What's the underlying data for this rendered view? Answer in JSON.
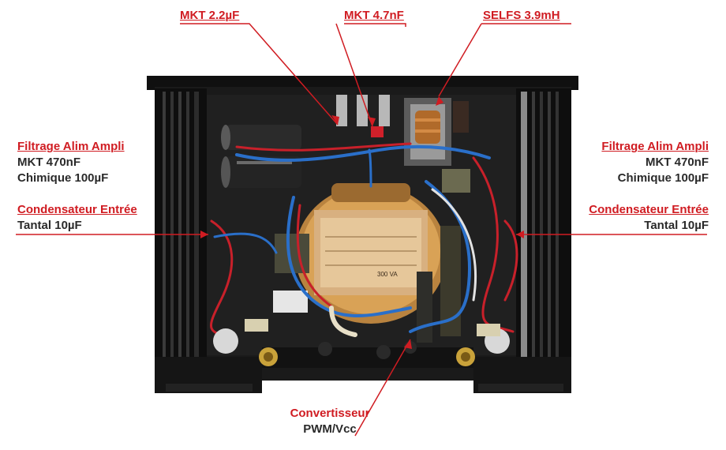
{
  "labels": {
    "mkt_2_2": "MKT 2.2µF",
    "mkt_4_7": "MKT 4.7nF",
    "selfs": "SELFS 3.9mH",
    "left": {
      "filtrage": "Filtrage Alim Ampli",
      "mkt_470": "MKT 470nF",
      "chimique": "Chimique 100µF",
      "condensateur": "Condensateur Entrée",
      "tantal": "Tantal 10µF"
    },
    "right": {
      "filtrage": "Filtrage Alim Ampli",
      "mkt_470": "MKT 470nF",
      "chimique": "Chimique 100µF",
      "condensateur": "Condensateur Entrée",
      "tantal": "Tantal 10µF"
    },
    "bottom": {
      "line1": "Convertisseur",
      "line2": "PWM/Vcc"
    }
  },
  "transformer": {
    "rating": "300 VA"
  },
  "colors": {
    "annotation_red": "#d01c22",
    "chassis_black": "#161616",
    "transformer_tape": "#d9a256",
    "wire_blue": "#2a6fc9",
    "wire_red": "#c8202a"
  }
}
